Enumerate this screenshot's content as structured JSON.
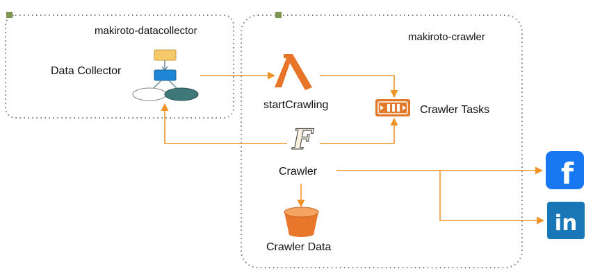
{
  "groups": {
    "datacollector": {
      "title": "makiroto-datacollector"
    },
    "crawler": {
      "title": "makiroto-crawler"
    }
  },
  "nodes": {
    "data_collector": {
      "label": "Data Collector",
      "icon": "data-collector-icon"
    },
    "start_crawling": {
      "label": "startCrawling",
      "icon": "lambda-icon"
    },
    "crawler_tasks": {
      "label": "Crawler Tasks",
      "icon": "queue-icon"
    },
    "crawler": {
      "label": "Crawler",
      "icon": "fargate-icon"
    },
    "crawler_data": {
      "label": "Crawler Data",
      "icon": "bucket-icon"
    },
    "facebook": {
      "icon": "facebook-icon"
    },
    "linkedin": {
      "icon": "linkedin-icon"
    }
  },
  "colors": {
    "arrow": "#f0932b",
    "lambda": "#e8742a",
    "queue": "#e27a2b",
    "bucket": "#ee8a33",
    "facebook": "#1878f2",
    "linkedin": "#1977b7",
    "group_border": "#777777",
    "group_badge": "#7d9651"
  }
}
